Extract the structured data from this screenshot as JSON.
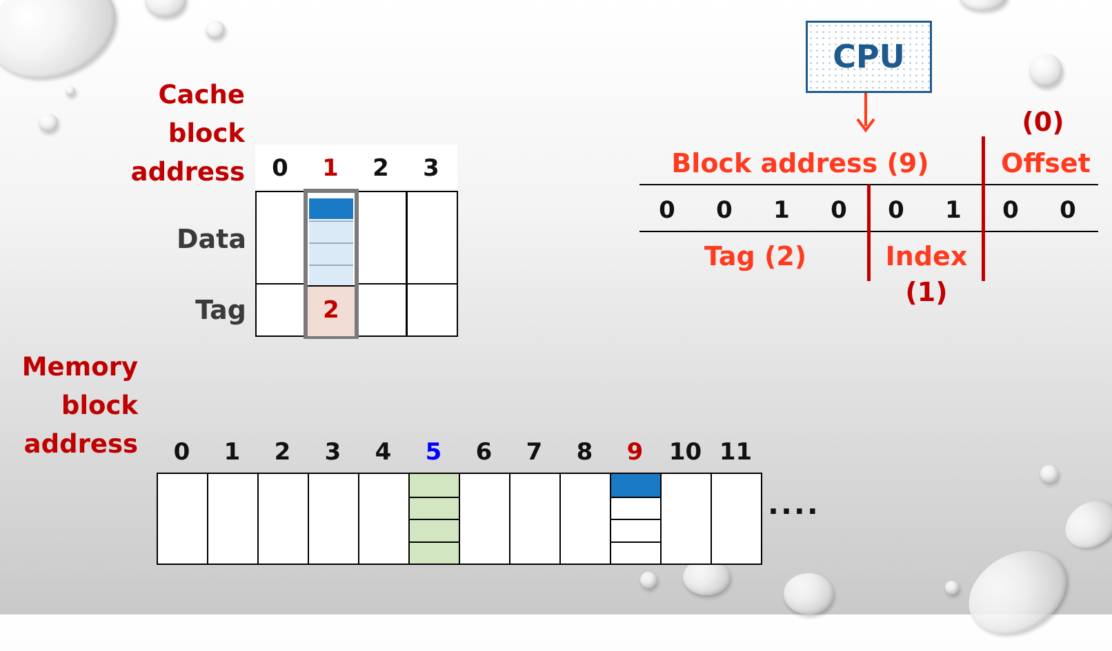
{
  "cache": {
    "label_lines": [
      "Cache",
      "block",
      "address"
    ],
    "indices": [
      "0",
      "1",
      "2",
      "3"
    ],
    "row_data": "Data",
    "row_tag": "Tag",
    "highlighted_index": "1",
    "tag_value": "2"
  },
  "cpu": {
    "label": "CPU"
  },
  "address": {
    "offset_count": "(0)",
    "block_address_label": "Block address (9)",
    "offset_label": "Offset",
    "bits": [
      "0",
      "0",
      "1",
      "0",
      "0",
      "1",
      "0",
      "0"
    ],
    "tag_label": "Tag (2)",
    "index_label": "Index",
    "index_value": "(1)"
  },
  "memory": {
    "label_lines": [
      "Memory",
      "block",
      "address"
    ],
    "indices": [
      "0",
      "1",
      "2",
      "3",
      "4",
      "5",
      "6",
      "7",
      "8",
      "9",
      "10",
      "11"
    ],
    "ellipsis": "....",
    "highlight_blue_index": "5",
    "highlight_red_index": "9"
  },
  "colors": {
    "dark_red": "#c00000",
    "orange_red": "#ff3b1f",
    "blue_text": "#0000ff",
    "cpu_blue": "#1f5a8c",
    "block_blue": "#1a7ac6",
    "light_blue": "#dbeaf7",
    "light_green": "#d3e6c2",
    "tag_pink": "#f2ddd4"
  }
}
